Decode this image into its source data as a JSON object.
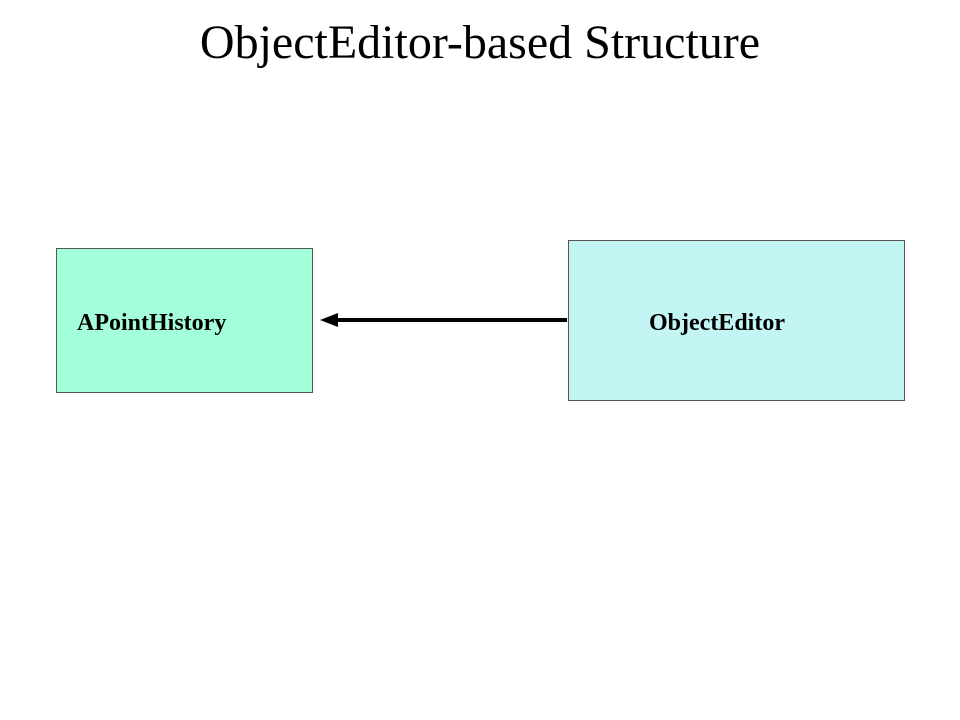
{
  "slide": {
    "title": "ObjectEditor-based Structure"
  },
  "diagram": {
    "nodes": [
      {
        "id": "apointhistory",
        "label": "APointHistory",
        "fill": "#a3ffd9"
      },
      {
        "id": "objecteditor",
        "label": "ObjectEditor",
        "fill": "#c4f5f5"
      }
    ],
    "edges": [
      {
        "from": "objecteditor",
        "to": "apointhistory",
        "style": "arrow"
      }
    ]
  },
  "colors": {
    "arrow": "#000000",
    "border": "#555555",
    "background": "#ffffff"
  }
}
